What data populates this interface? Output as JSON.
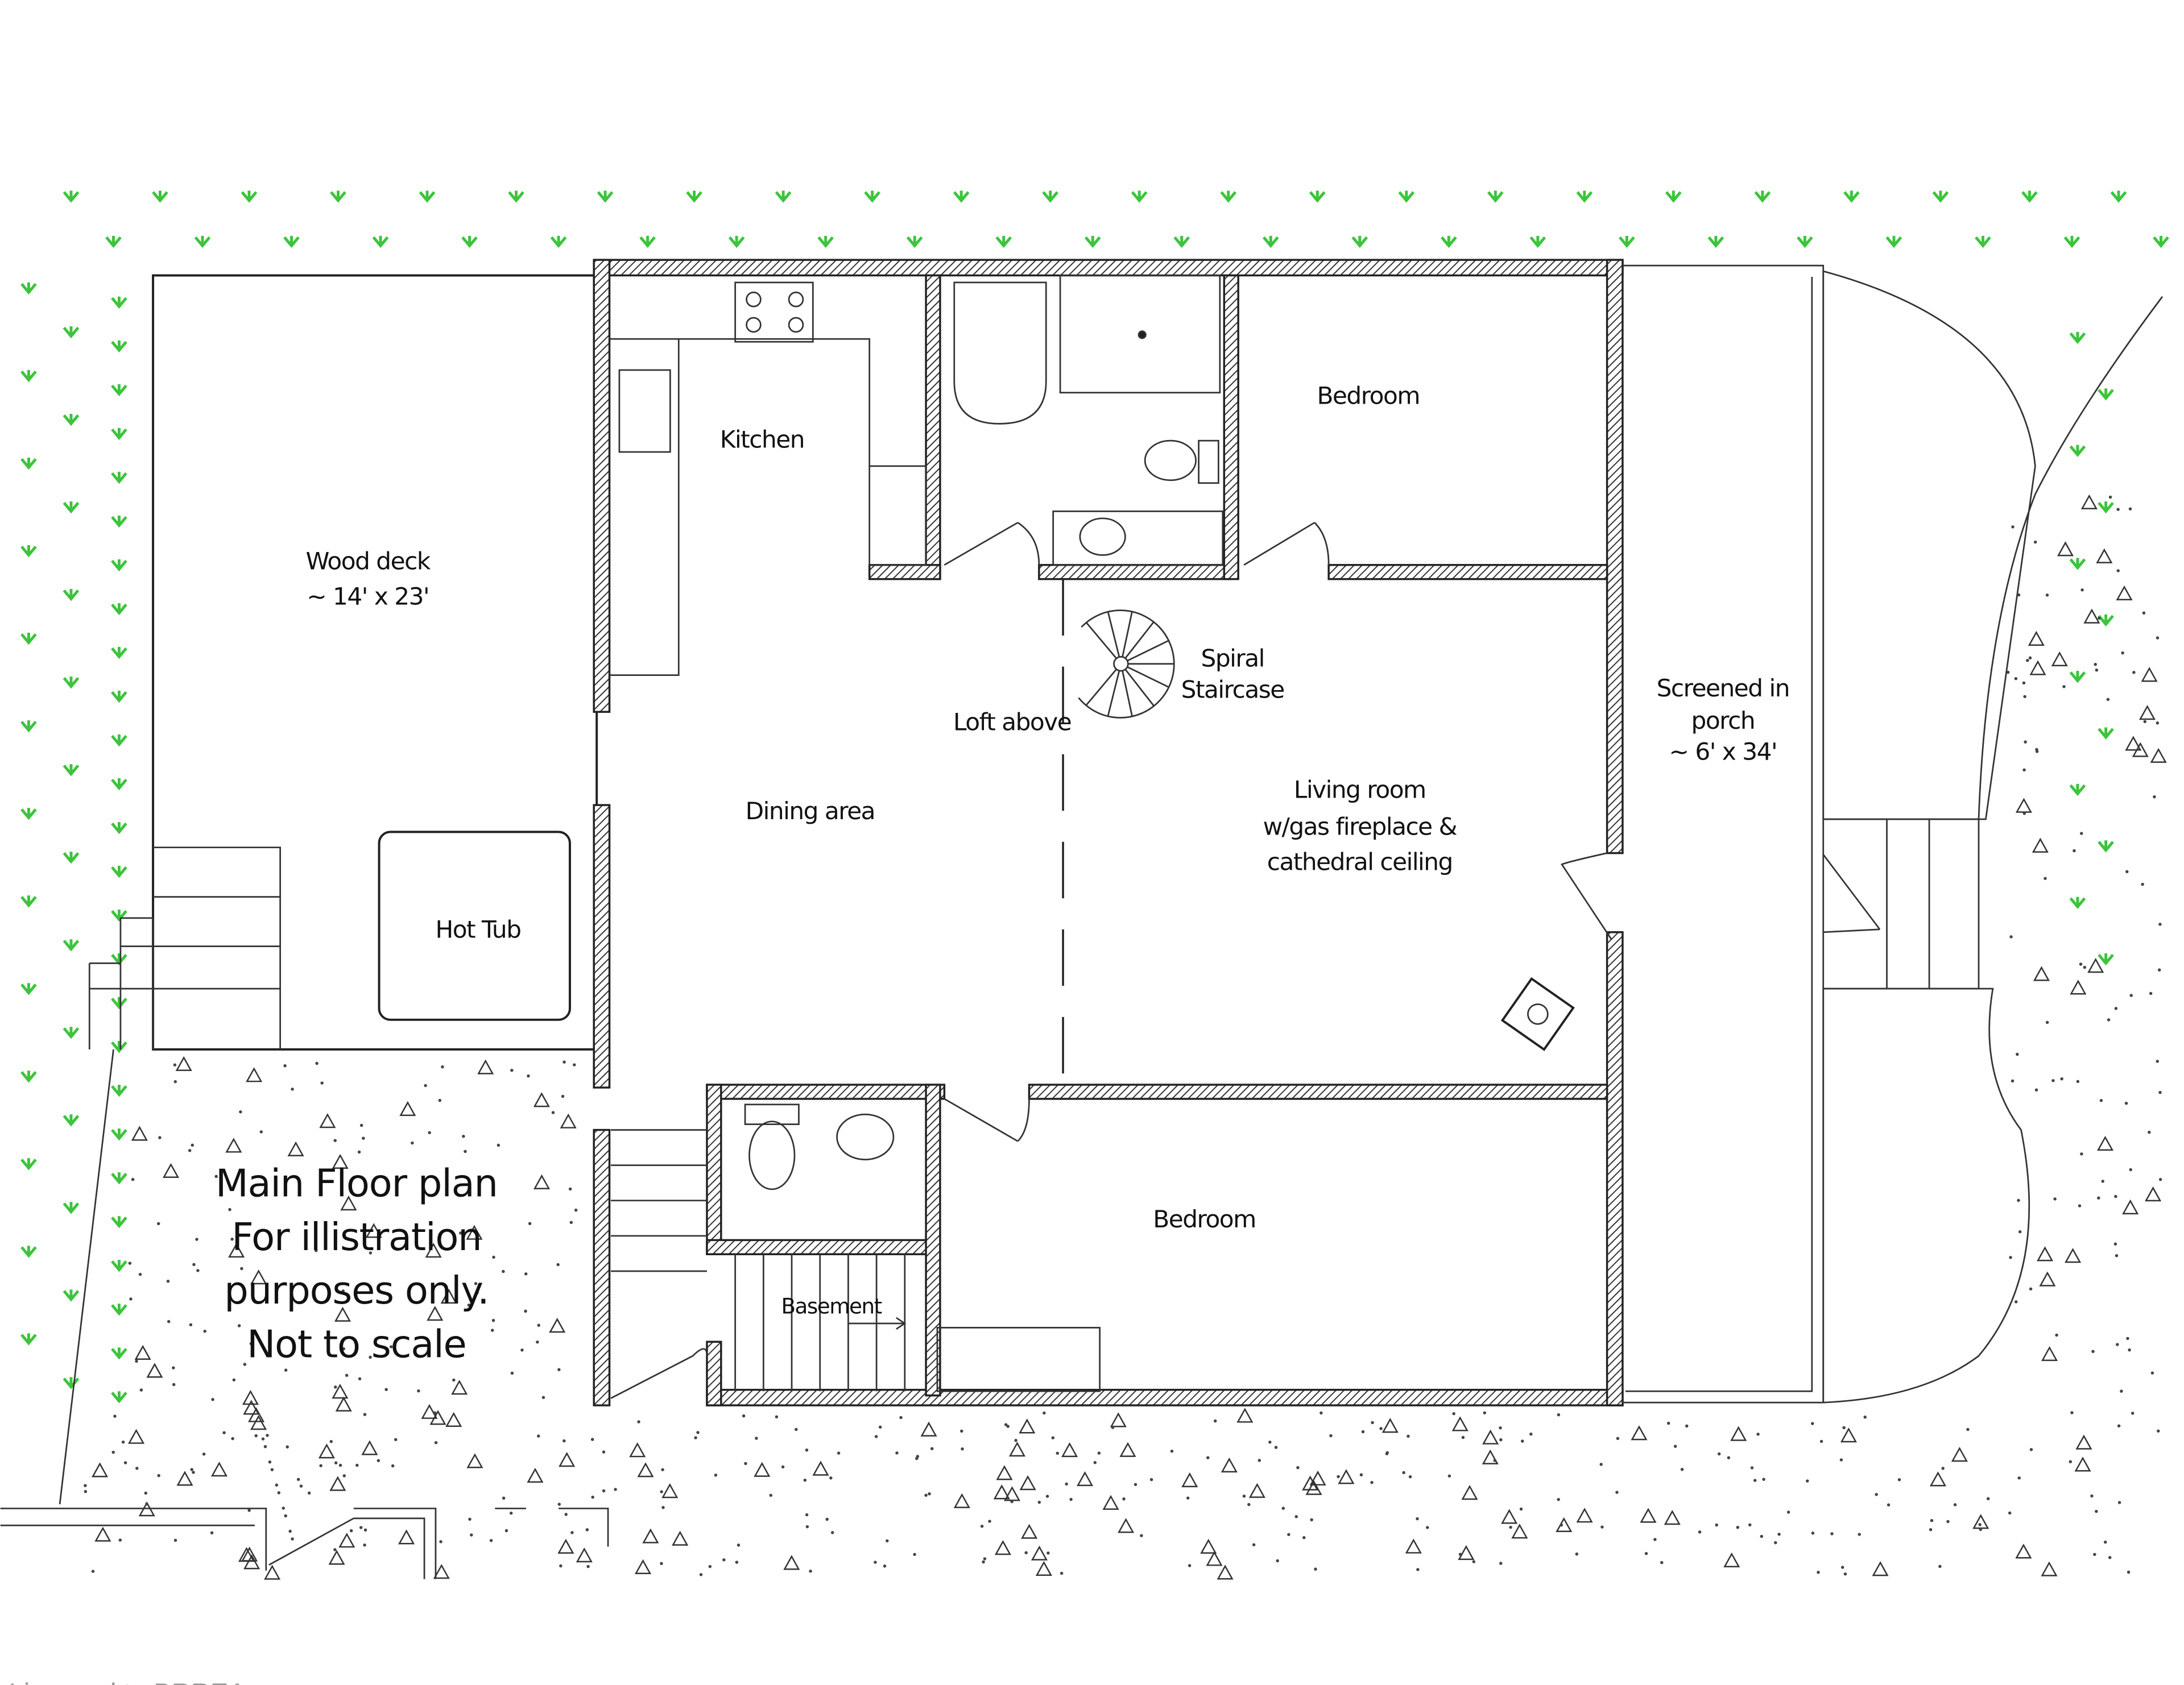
{
  "labels": {
    "kitchen": "Kitchen",
    "bedroom_top": "Bedroom",
    "wood_deck": [
      "Wood deck",
      "~ 14' x 23'"
    ],
    "spiral_staircase": [
      "Spiral",
      "Staircase"
    ],
    "loft_above": "Loft above",
    "screened_porch": [
      "Screened in",
      "porch",
      "~ 6' x 34'"
    ],
    "dining_area": "Dining area",
    "living_room": [
      "Living room",
      "w/gas fireplace &",
      "cathedral ceiling"
    ],
    "hot_tub": "Hot Tub",
    "bedroom_bottom": "Bedroom",
    "basement": "Basement",
    "plan_note": [
      "Main Floor plan",
      "For illistration",
      "purposes only.",
      "Not to scale"
    ]
  },
  "watermark": "Licensed to BRREA",
  "colors": {
    "grass": "#3cc43c",
    "wall": "#222222",
    "gravel": "#333333"
  }
}
